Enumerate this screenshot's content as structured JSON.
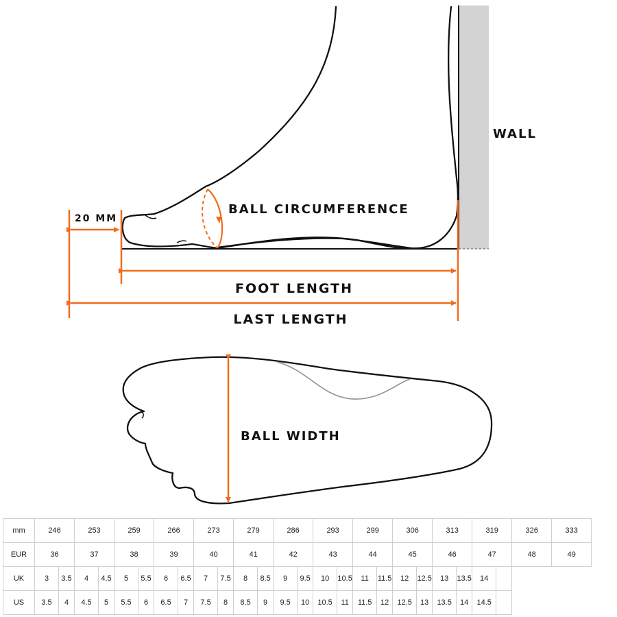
{
  "labels": {
    "wall": "WALL",
    "twenty_mm": "20 MM",
    "ball_circumference": "BALL CIRCUMFERENCE",
    "foot_length": "FOOT LENGTH",
    "last_length": "LAST LENGTH",
    "ball_width": "BALL WIDTH"
  },
  "colors": {
    "accent": "#f26a1b",
    "wall": "#d3d3d3",
    "outline": "#111111",
    "arch": "#9a9a9a"
  },
  "size_table": {
    "mm": {
      "label": "mm",
      "values": [
        "246",
        "253",
        "259",
        "266",
        "273",
        "279",
        "286",
        "293",
        "299",
        "306",
        "313",
        "319",
        "326",
        "333"
      ]
    },
    "eur": {
      "label": "EUR",
      "values": [
        "36",
        "37",
        "38",
        "39",
        "40",
        "41",
        "42",
        "43",
        "44",
        "45",
        "46",
        "47",
        "48",
        "49"
      ]
    },
    "uk": {
      "label": "UK",
      "values": [
        "3",
        "3.5",
        "4",
        "4.5",
        "5",
        "5.5",
        "6",
        "6.5",
        "7",
        "7.5",
        "8",
        "8.5",
        "9",
        "9.5",
        "10",
        "10.5",
        "11",
        "11.5",
        "12",
        "12.5",
        "13",
        "13.5",
        "14"
      ]
    },
    "us": {
      "label": "US",
      "values": [
        "3.5",
        "4",
        "4.5",
        "5",
        "5.5",
        "6",
        "6.5",
        "7",
        "7.5",
        "8",
        "8.5",
        "9",
        "9.5",
        "10",
        "10.5",
        "11",
        "11.5",
        "12",
        "12.5",
        "13",
        "13.5",
        "14",
        "14.5"
      ]
    }
  }
}
